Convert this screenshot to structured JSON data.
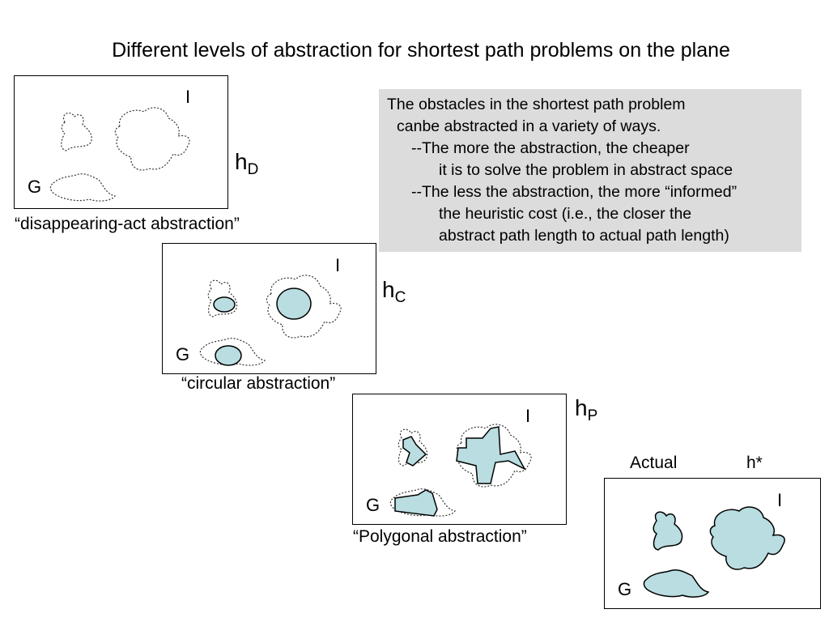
{
  "title": "Different levels of abstraction for shortest path problems on the plane",
  "note": {
    "lines": [
      "The obstacles in the shortest path problem",
      "canbe abstracted in a variety of ways.",
      "--The more the abstraction, the cheaper",
      "it is to solve the problem in abstract space",
      "--The less the abstraction, the more “informed”",
      "the heuristic cost (i.e., the closer the",
      "abstract path length to actual path length)"
    ]
  },
  "panels": {
    "disappearing": {
      "caption": "“disappearing-act abstraction”",
      "h_main": "h",
      "h_sub": "D",
      "start": "I",
      "goal": "G"
    },
    "circular": {
      "caption": "“circular abstraction”",
      "h_main": "h",
      "h_sub": "C",
      "start": "I",
      "goal": "G"
    },
    "polygonal": {
      "caption": "“Polygonal abstraction”",
      "h_main": "h",
      "h_sub": "P",
      "start": "I",
      "goal": "G"
    },
    "actual": {
      "caption": "Actual",
      "h_label": "h*",
      "start": "I",
      "goal": "G"
    }
  },
  "colors": {
    "obstacle_fill": "#b9dde0",
    "note_bg": "#dcdcdc"
  }
}
